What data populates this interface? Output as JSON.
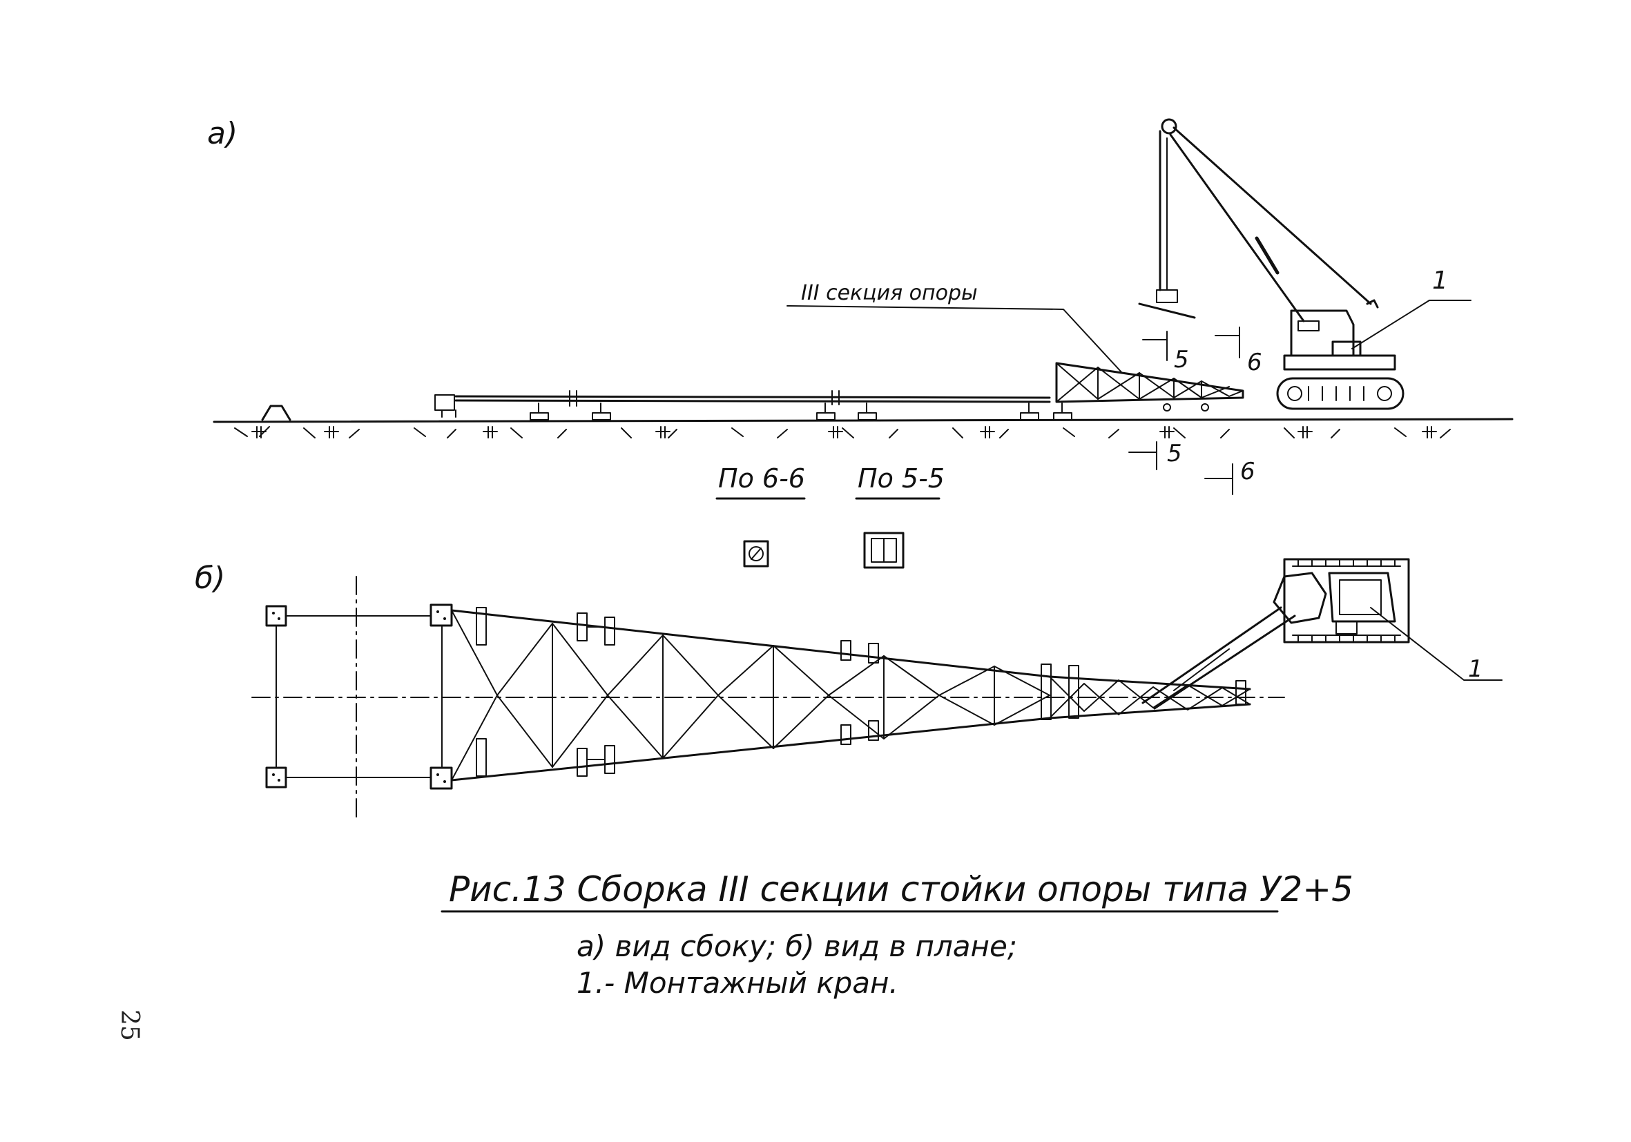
{
  "view_a": {
    "label": "а)"
  },
  "view_b": {
    "label": "б)"
  },
  "callouts": {
    "section": "III секция опоры",
    "crane_number_top": "1",
    "crane_number_bottom": "1"
  },
  "sections": {
    "cut5_top": "5",
    "cut6_top": "6",
    "cut5_bottom": "5",
    "cut6_bottom": "6",
    "view66": "По 6-6",
    "view55": "По 5-5"
  },
  "caption": {
    "title": "Рис.13   Сборка III секции стойки опоры типа У2+5",
    "line1": "а) вид сбоку; б) вид в плане;",
    "line2": "1.- Монтажный кран."
  },
  "page_number": "25"
}
